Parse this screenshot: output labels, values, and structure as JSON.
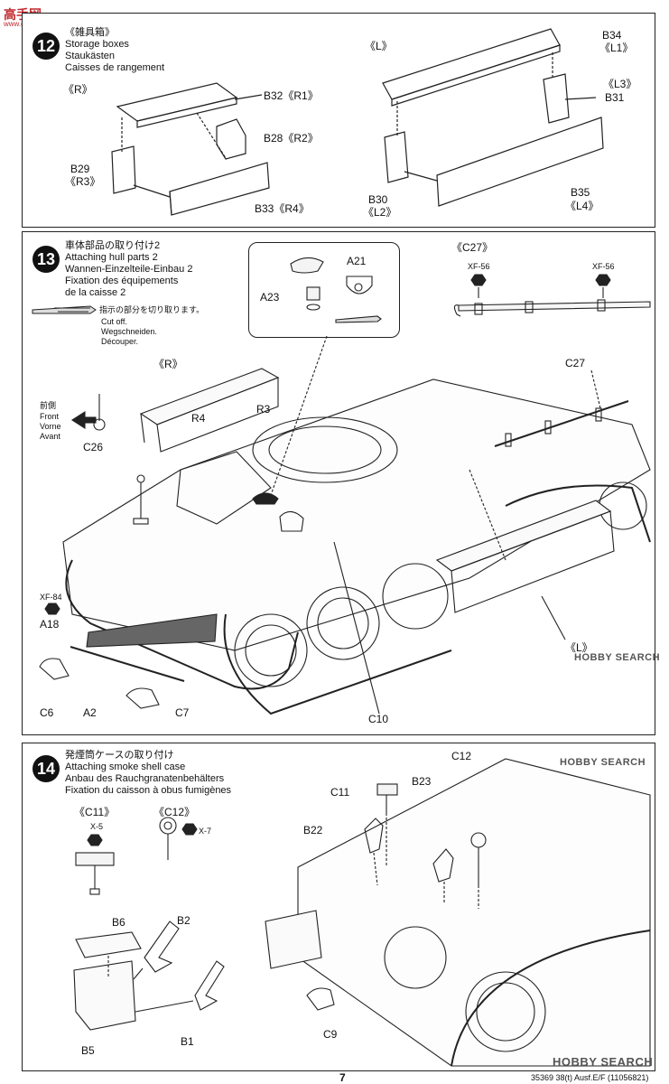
{
  "watermark": {
    "logo_text": "高手网",
    "url": "www.gaoshou.net",
    "brand": "HOBBY SEARCH"
  },
  "step12": {
    "number": "12",
    "title_jp": "《雑具箱》",
    "title_en": "Storage boxes",
    "title_de": "Staukästen",
    "title_fr": "Caisses de rangement",
    "right_side": "《R》",
    "left_side": "《L》",
    "parts": {
      "b32": "B32《R1》",
      "b28": "B28《R2》",
      "b29": "B29",
      "r3": "《R3》",
      "b33": "B33《R4》",
      "b34": "B34",
      "l1": "《L1》",
      "l3": "《L3》",
      "b31": "B31",
      "b30": "B30",
      "l2": "《L2》",
      "b35": "B35",
      "l4": "《L4》"
    }
  },
  "step13": {
    "number": "13",
    "title_jp": "車体部品の取り付け2",
    "title_en": "Attaching hull parts 2",
    "title_de": "Wannen-Einzelteile-Einbau 2",
    "title_fr1": "Fixation des équipements",
    "title_fr2": "de la caisse 2",
    "cut_jp": "指示の部分を切り取ります。",
    "cut_en": "Cut off.",
    "cut_de": "Wegschneiden.",
    "cut_fr": "Découper.",
    "inset_a21": "A21",
    "inset_a23": "A23",
    "c27_sub": "《C27》",
    "xf56_left": "XF-56",
    "xf56_right": "XF-56",
    "right": "《R》",
    "c27": "C27",
    "front_jp": "前側",
    "front_en": "Front",
    "front_de": "Vorne",
    "front_fr": "Avant",
    "c26": "C26",
    "xf84": "XF-84",
    "a18": "A18",
    "c6": "C6",
    "a2": "A2",
    "c7": "C7",
    "c10": "C10",
    "left": "《L》",
    "r4_mark": "R4",
    "r3_mark": "R3"
  },
  "step14": {
    "number": "14",
    "title_jp": "発煙筒ケースの取り付け",
    "title_en": "Attaching smoke shell case",
    "title_de": "Anbau des Rauchgranatenbehälters",
    "title_fr": "Fixation du caisson à obus fumigènes",
    "c11_sub": "《C11》",
    "c12_sub": "《C12》",
    "x5": "X-5",
    "x7": "X-7",
    "b6": "B6",
    "b2": "B2",
    "b5": "B5",
    "b1": "B1",
    "c11": "C11",
    "c12": "C12",
    "b23": "B23",
    "b22": "B22",
    "c9": "C9"
  },
  "footer": {
    "page": "7",
    "code": "35369  38(t) Ausf.E/F (11056821)"
  }
}
